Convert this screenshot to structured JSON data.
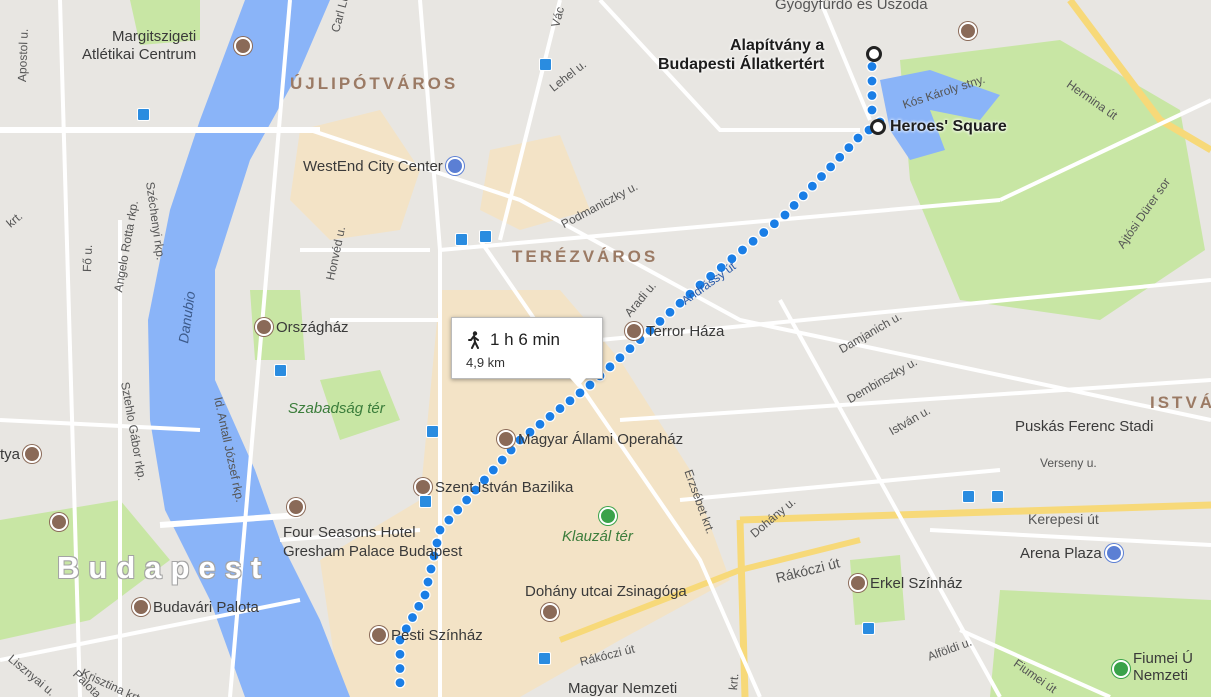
{
  "tooltip": {
    "duration": "1 h 6 min",
    "distance": "4,9 km",
    "mode_icon": "walking-icon"
  },
  "endpoints": {
    "destination": "Alapítvány a\nBudapesti Állatkertért",
    "destination_line1": "Alapítvány a",
    "destination_line2": "Budapesti Állatkertért",
    "waypoint": "Heroes' Square"
  },
  "city": "Budapest",
  "districts": {
    "ujlipotvaros": "ÚJLIPÓTVÁROS",
    "terezvaros": "TERÉZVÁROS",
    "istv": "ISTVÁ"
  },
  "river": "Danubio",
  "pois": {
    "margitsziget_1": "Margitszigeti",
    "margitsziget_2": "Atlétikai Centrum",
    "westend": "WestEnd City Center",
    "orszaghaz": "Országház",
    "szabadsag": "Szabadság tér",
    "terror": "Terror Háza",
    "opera": "Magyar Állami Operaház",
    "bazilika": "Szent István Bazilika",
    "fourseasons_1": "Four Seasons Hotel",
    "fourseasons_2": "Gresham Palace Budapest",
    "klauzal": "Klauzál tér",
    "dohany": "Dohány utcai Zsinagóga",
    "budavari": "Budavári Palota",
    "pesti": "Pesti Színház",
    "erkel": "Erkel Színház",
    "arena": "Arena Plaza",
    "puskas": "Puskás Ferenc Stadi",
    "magyar_nemzeti": "Magyar Nemzeti",
    "fiumei_1": "Fiumei Ú",
    "fiumei_2": "Nemzeti",
    "gyogyfurdo": "Gyógyfürdő és Uszoda",
    "tya": "tya"
  },
  "streets": {
    "apostol": "Apostol u.",
    "carl": "Carl Lu",
    "lehel": "Lehel u.",
    "vaci": "Vác",
    "podmaniczky": "Podmaniczky u.",
    "kos_karoly": "Kós Károly stny.",
    "hermina": "Hermina út",
    "ajtosi": "Ajtósi Dürer sor",
    "andrassy": "Andrássy út",
    "aradi": "Aradi u.",
    "damjanich": "Damjanich u.",
    "dembinszky": "Dembinszky u.",
    "istvan": "István u.",
    "verseny": "Verseny u.",
    "kerepesi": "Kerepesi út",
    "rakoczi_1": "Rákóczi út",
    "rakoczi_2": "Rákóczi út",
    "alfoldi": "Alföldi u.",
    "fiumei_ut": "Fiumei út",
    "dohany_u": "Dohány u.",
    "erzsebet": "Erzsébet krt.",
    "honved": "Honvéd u.",
    "angelo": "Angelo Rotta rkp.",
    "fo_u": "Fő u.",
    "antall": "Id. Antall József rkp.",
    "szentio": "Széchenyi rkp.",
    "sztehlo": "Sztehlo Gábor rkp.",
    "krt": "krt.",
    "palota": "Palota út",
    "krisztina": "Krisztina krt.",
    "lisznyai": "Lisznyai u.",
    "krt2": "krt."
  },
  "colors": {
    "route": "#1a7ee6",
    "water": "#8ab4f8",
    "park": "#c8e6a4",
    "tourist": "#f3e3c6",
    "land": "#e8e6e2"
  }
}
